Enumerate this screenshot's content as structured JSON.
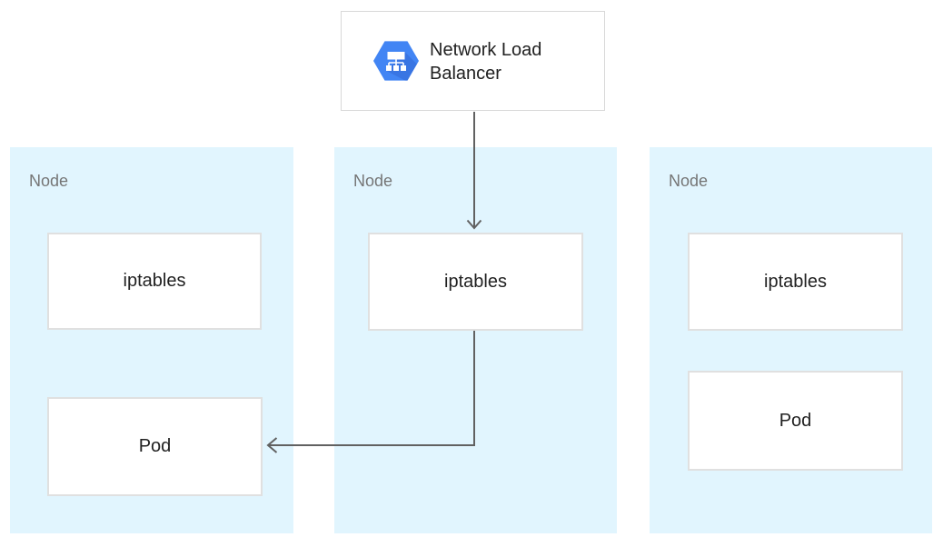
{
  "load_balancer": {
    "label": "Network Load Balancer",
    "icon": "network-load-balancer-hexagon-icon"
  },
  "nodes": [
    {
      "label": "Node",
      "boxes": [
        "iptables",
        "Pod"
      ]
    },
    {
      "label": "Node",
      "boxes": [
        "iptables"
      ]
    },
    {
      "label": "Node",
      "boxes": [
        "iptables",
        "Pod"
      ]
    }
  ],
  "arrows": [
    {
      "name": "load-balancer-to-middle-iptables",
      "from": "network-load-balancer",
      "to": "node-2-iptables"
    },
    {
      "name": "middle-iptables-to-left-pod",
      "from": "node-2-iptables",
      "to": "node-1-pod"
    }
  ],
  "colors": {
    "page_background": "#ffffff",
    "node_background": "#e1f5fe",
    "node_label_text": "#757575",
    "box_background": "#ffffff",
    "box_border": "#e0e0e0",
    "box_text": "#212121",
    "card_border": "#d8d8d8",
    "arrow": "#616161",
    "icon_hexagon": "#4285f4",
    "icon_shadow": "#3367d6",
    "icon_glyph": "#ffffff"
  }
}
